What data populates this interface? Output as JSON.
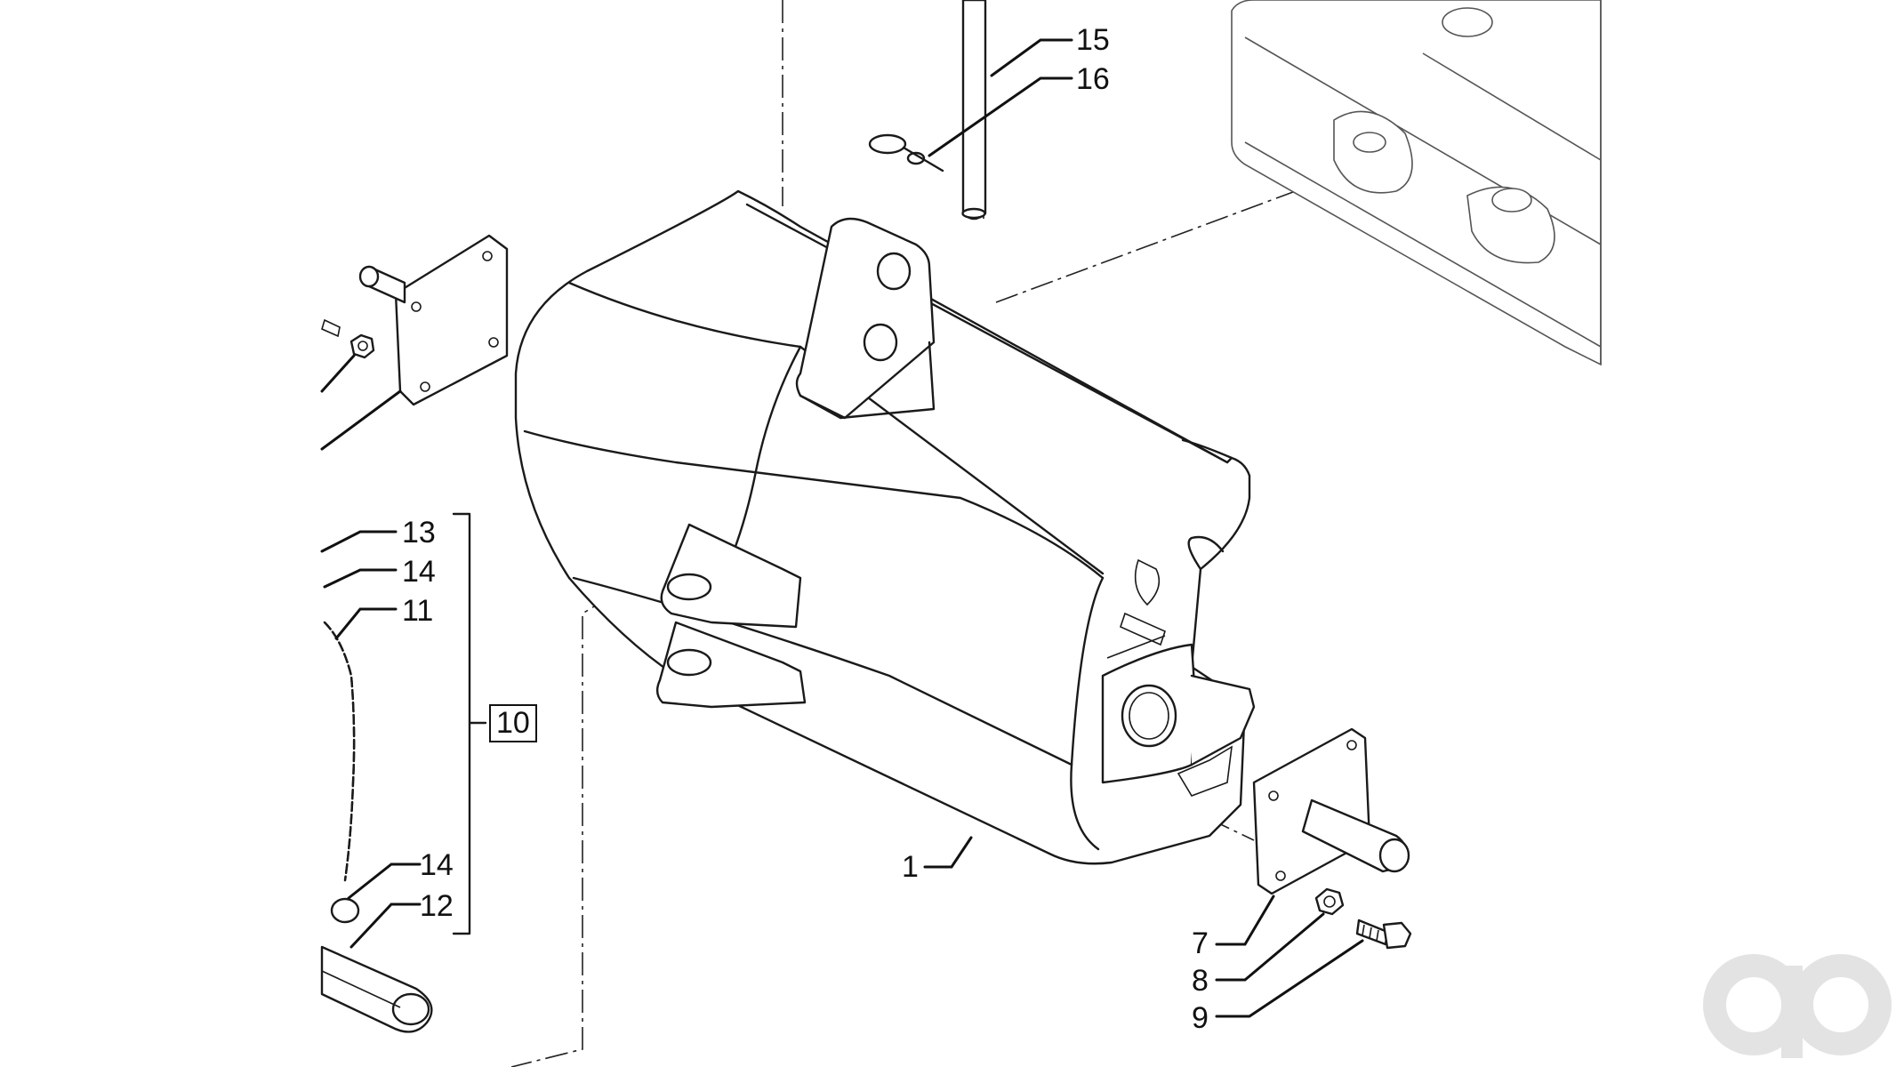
{
  "callouts": {
    "c15": "15",
    "c16": "16",
    "c13": "13",
    "c14a": "14",
    "c11": "11",
    "c10": "10",
    "c14b": "14",
    "c12": "12",
    "c1": "1",
    "c7": "7",
    "c8": "8",
    "c9": "9"
  },
  "colors": {
    "line": "#1a1a1a",
    "background": "#ffffff",
    "watermark": "#e3e3e3"
  }
}
